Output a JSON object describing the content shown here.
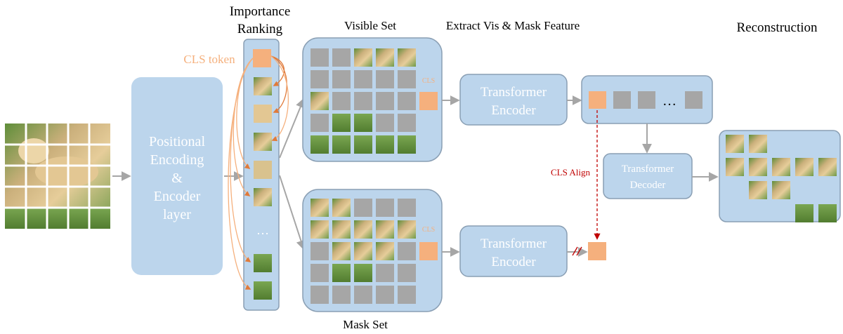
{
  "labels": {
    "importance_ranking_line1": "Importance",
    "importance_ranking_line2": "Ranking",
    "visible_set": "Visible Set",
    "extract_feature": "Extract Vis & Mask Feature",
    "reconstruction": "Reconstruction",
    "cls_token": "CLS token",
    "mask_set": "Mask Set",
    "cls_align": "CLS Align",
    "ellipsis": "…",
    "cls_small": "CLS"
  },
  "blocks": {
    "positional_encoding": [
      "Positional",
      "Encoding",
      "&",
      "Encoder",
      "layer"
    ],
    "encoder_top": [
      "Transformer",
      "Encoder"
    ],
    "encoder_bottom": [
      "Transformer",
      "Encoder"
    ],
    "decoder": [
      "Transformer",
      "Decoder"
    ]
  },
  "visible_grid": [
    "g",
    "g",
    "i",
    "i",
    "i",
    "g",
    "g",
    "g",
    "g",
    "g",
    "i",
    "g",
    "g",
    "g",
    "g",
    "g",
    "i",
    "i",
    "g",
    "g",
    "i",
    "i",
    "i",
    "i",
    "i"
  ],
  "mask_grid": [
    "i",
    "i",
    "g",
    "g",
    "g",
    "i",
    "i",
    "i",
    "i",
    "i",
    "g",
    "i",
    "i",
    "i",
    "g",
    "g",
    "i",
    "i",
    "g",
    "g",
    "g",
    "g",
    "g",
    "g",
    "g"
  ],
  "recon_grid": [
    "i",
    "i",
    "e",
    "e",
    "e",
    "i",
    "i",
    "i",
    "i",
    "i",
    "e",
    "i",
    "i",
    "e",
    "e",
    "e",
    "e",
    "e",
    "i",
    "i"
  ],
  "colors": {
    "panel": "#bcd5ec",
    "panel_border": "#8a9fb4",
    "gray_patch": "#a6a6a6",
    "cls_orange": "#f5b07d",
    "arrow_gray": "#a6a6a6",
    "align_red": "#c00000",
    "grass": "#6d9a45",
    "dog": "#e1c391"
  }
}
